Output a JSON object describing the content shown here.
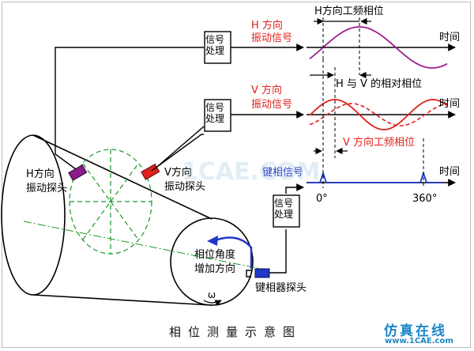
{
  "caption": "相位测量示意图",
  "signal_processing_label": [
    "信号",
    "处理"
  ],
  "h_signal": {
    "line1": "H 方向",
    "line2": "振动信号"
  },
  "v_signal": {
    "line1": "V 方向",
    "line2": "振动信号"
  },
  "key_signal": "键相信号",
  "time_label": "时间",
  "h_power_freq_phase": "H方向工频相位",
  "hv_relative_phase": "H 与 V 的相对相位",
  "v_power_freq_phase": "V 方向工频相位",
  "deg_0": "0°",
  "deg_360": "360°",
  "h_probe": {
    "line1": "H方向",
    "line2": "振动探头"
  },
  "v_probe": {
    "line1": "V方向",
    "line2": "振动探头"
  },
  "phase_angle": {
    "line1": "相位角度",
    "line2": "增加方向"
  },
  "omega": "ω",
  "keyphasor_probe": "键相器探头",
  "watermark": {
    "center": "1CAE.COM",
    "brand": "仿真在线",
    "url": "www.1CAE.com"
  },
  "colors": {
    "h_wave": "#a01c8e",
    "v_wave": "#e0201c",
    "key_wave": "#1f38c8",
    "text_red": "#e0201c",
    "text_blue": "#1f38c8",
    "dash_green": "#1a9a2a",
    "watermark": "#1b86c8"
  }
}
